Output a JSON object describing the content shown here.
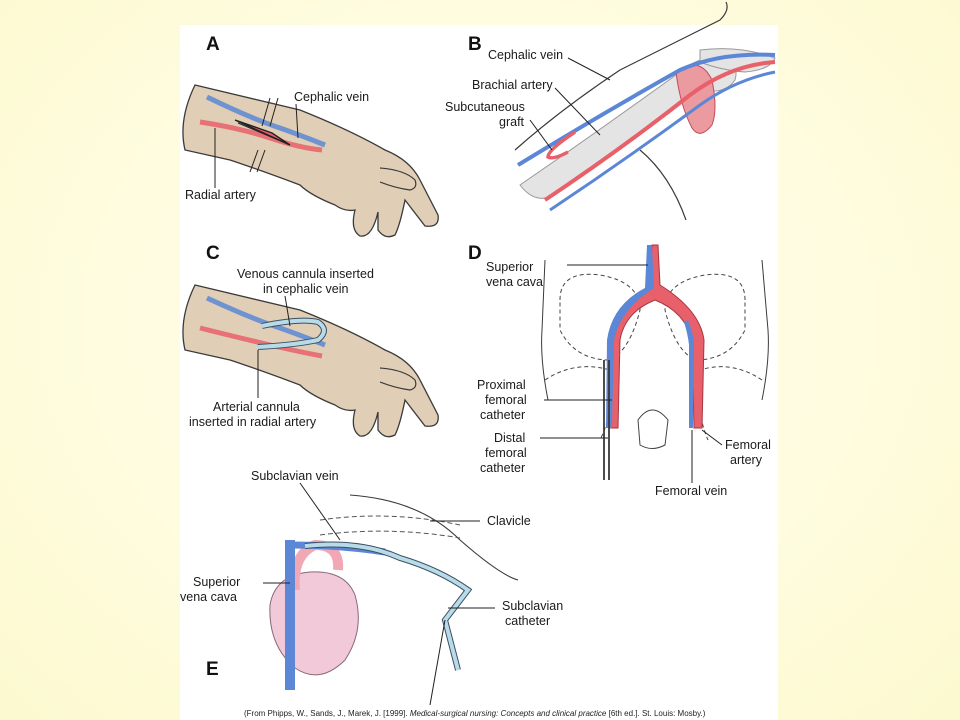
{
  "panels": [
    {
      "letter": "A",
      "labels": [
        "Cephalic vein",
        "Radial artery"
      ]
    },
    {
      "letter": "B",
      "labels": [
        "Cephalic vein",
        "Brachial artery",
        "Subcutaneous",
        "graft"
      ]
    },
    {
      "letter": "C",
      "labels": [
        "Venous cannula inserted",
        "in cephalic vein",
        "Arterial cannula",
        "inserted in radial artery"
      ]
    },
    {
      "letter": "D",
      "labels": [
        "Superior",
        "vena cava",
        "Proximal",
        "femoral",
        "catheter",
        "Distal",
        "femoral",
        "catheter",
        "Femoral",
        "artery",
        "Femoral vein"
      ]
    },
    {
      "letter": "E",
      "labels": [
        "Subclavian vein",
        "Clavicle",
        "Superior",
        "vena cava",
        "Subclavian",
        "catheter"
      ]
    }
  ],
  "credit": {
    "prefix": "(From Phipps, W., Sands, J., Marek, J. [1999]. ",
    "title": "Medical-surgical nursing: Concepts and clinical practice",
    "suffix": " [6th ed.]. St. Louis: Mosby.)"
  },
  "colors": {
    "artery": "#e8606a",
    "vein": "#5b87d6",
    "skin": "#e0cfb6",
    "skin_outline": "#3a3a3a",
    "bone": "#e4e4e4",
    "catheter": "#b9dbe9",
    "heart": "#f1c9d9"
  }
}
